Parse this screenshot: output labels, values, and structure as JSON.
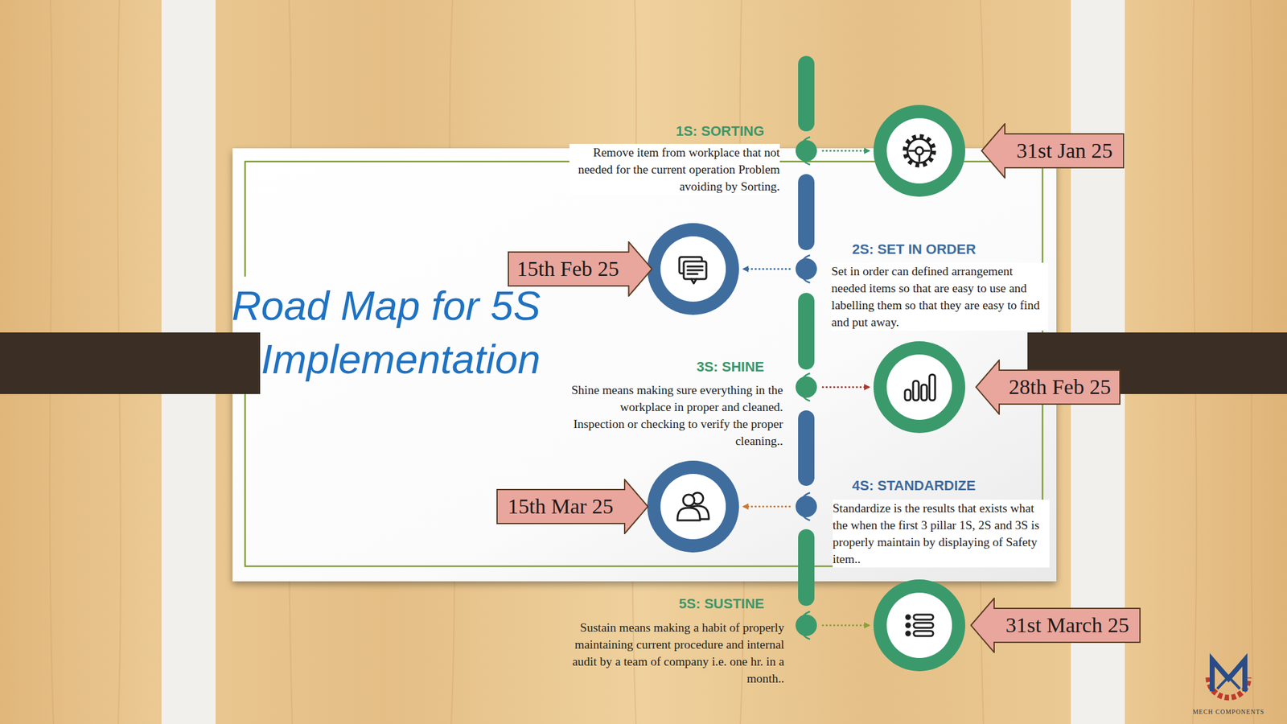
{
  "diagram": {
    "title": "Road Map for 5S Implementation",
    "nodes": [
      {
        "text": [
          "31st Jan 25"
        ]
      },
      {
        "text": [
          "15th Feb 25"
        ]
      },
      {
        "text": [
          "28th Feb 25"
        ]
      },
      {
        "text": [
          "15th Mar 25"
        ]
      },
      {
        "text": [
          "31st March 25"
        ]
      }
    ],
    "labels": [
      "1S: SORTING",
      "Remove item from workplace that not needed for the current operation Problem avoiding by Sorting.",
      "2S: SET IN ORDER",
      "Set in order can defined arrangement needed items so that are easy to use and labelling them so that they are easy to find and put away.",
      "3S: SHINE",
      "Shine means making sure everything in the workplace in proper and cleaned. Inspection or checking to verify the proper cleaning..",
      "4S: STANDARDIZE",
      "Standardize is the results that exists what the when the first 3 pillar 1S, 2S and 3S is properly maintain by displaying of Safety item..",
      "5S: SUSTINE",
      "Sustain means making a habit of properly maintaining current procedure and internal audit by a team of company i.e. one hr. in a month..",
      "MECH COMPONENTS"
    ]
  }
}
